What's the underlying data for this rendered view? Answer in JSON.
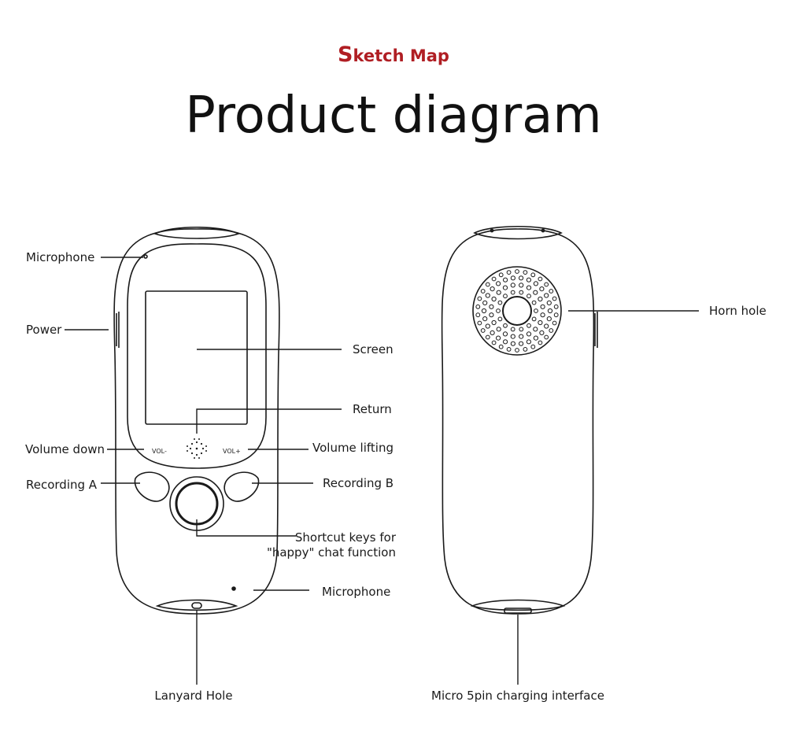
{
  "header": {
    "kicker_first": "S",
    "kicker_rest": "ketch Map",
    "title": "Product diagram"
  },
  "front": {
    "vol_minus": "VOL-",
    "vol_plus": "VOL+"
  },
  "labels": {
    "microphone_top": "Microphone",
    "power": "Power",
    "screen": "Screen",
    "return": "Return",
    "volume_down": "Volume down",
    "volume_lifting": "Volume lifting",
    "recording_a": "Recording A",
    "recording_b": "Recording B",
    "shortcut_line1": "Shortcut keys for",
    "shortcut_line2": "\"happy\" chat function",
    "microphone_bottom": "Microphone",
    "lanyard_hole": "Lanyard Hole",
    "horn_hole": "Horn hole",
    "charging": "Micro 5pin charging interface"
  },
  "colors": {
    "accent": "#b01e23",
    "text": "#111111",
    "line": "#1a1a1a"
  }
}
